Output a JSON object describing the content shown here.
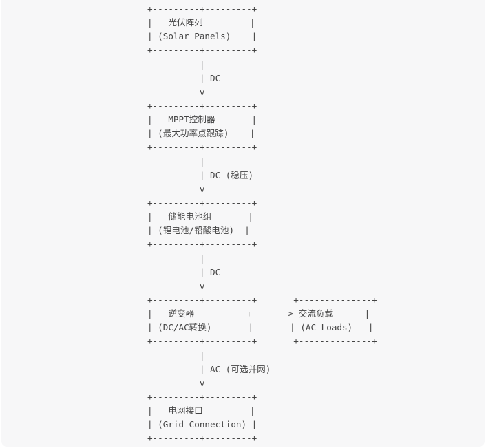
{
  "diagram": {
    "lines": [
      "+---------+---------+",
      "|   光伏阵列         |",
      "| (Solar Panels)    |",
      "+---------+---------+",
      "          |",
      "          | DC",
      "          v",
      "+---------+---------+",
      "|   MPPT控制器       |",
      "| (最大功率点跟踪)    |",
      "+---------+---------+",
      "          |",
      "          | DC (稳压)",
      "          v",
      "+---------+---------+",
      "|   储能电池组       |",
      "| (锂电池/铅酸电池)  |",
      "+---------+---------+",
      "          |",
      "          | DC",
      "          v",
      "+---------+---------+       +--------------+",
      "|   逆变器          +-------> 交流负载      |",
      "| (DC/AC转换)       |       | (AC Loads)   |",
      "+---------+---------+       +--------------+",
      "          |",
      "          | AC (可选并网)",
      "          v",
      "+---------+---------+",
      "|   电网接口         |",
      "| (Grid Connection) |",
      "+---------+---------+"
    ]
  }
}
